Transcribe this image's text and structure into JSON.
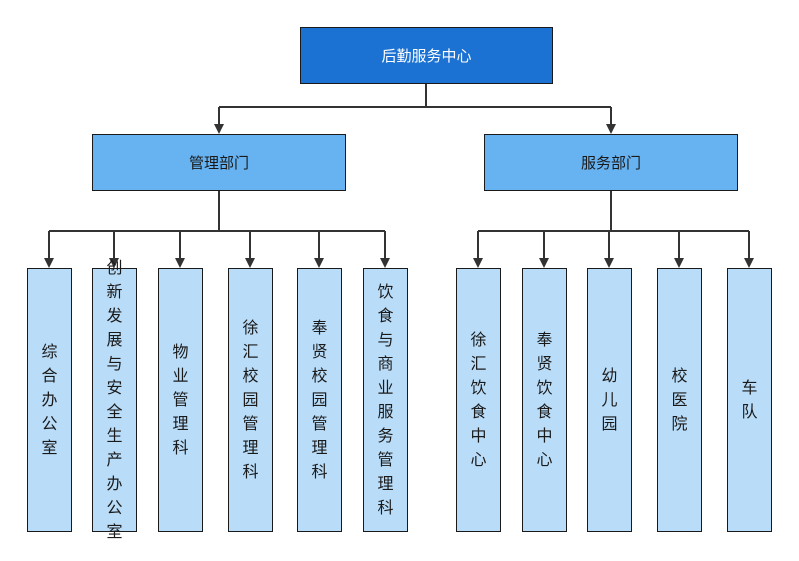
{
  "root": {
    "label": "后勤服务中心"
  },
  "departments": [
    {
      "label": "管理部门",
      "units": [
        "综合办公室",
        "创新发展与安全生产办公室",
        "物业管理科",
        "徐汇校园管理科",
        "奉贤校园管理科",
        "饮食与商业服务管理科"
      ]
    },
    {
      "label": "服务部门",
      "units": [
        "徐汇饮食中心",
        "奉贤饮食中心",
        "幼儿园",
        "校医院",
        "车队"
      ]
    }
  ],
  "colors": {
    "root_fill": "#1c72d2",
    "department_fill": "#67b3f2",
    "unit_fill": "#b9dcf8",
    "line": "#333333"
  }
}
